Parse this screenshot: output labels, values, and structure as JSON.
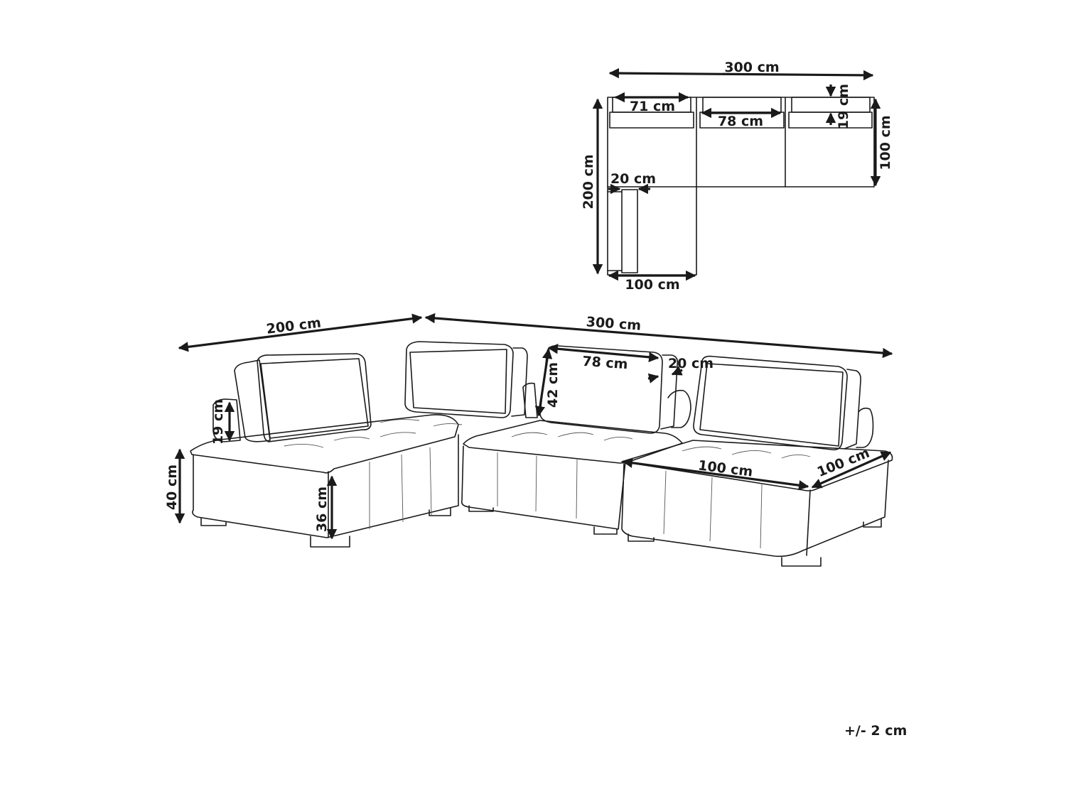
{
  "top_view": {
    "overall_width": "300 cm",
    "overall_depth": "200 cm",
    "backrest_left_width": "71 cm",
    "backrest_middle_width": "78 cm",
    "backrest_thickness": "19 cm",
    "module_depth": "100 cm",
    "armrest_width": "20 cm",
    "module_width": "100 cm"
  },
  "perspective_view": {
    "overall_depth": "200 cm",
    "overall_width": "300 cm",
    "backrest_width": "78 cm",
    "backrest_height": "42 cm",
    "armrest_thickness": "20 cm",
    "bolster_height": "19 cm",
    "seat_height": "40 cm",
    "base_height": "36 cm",
    "module_width": "100 cm",
    "module_depth": "100 cm"
  },
  "tolerance": "+/- 2 cm"
}
